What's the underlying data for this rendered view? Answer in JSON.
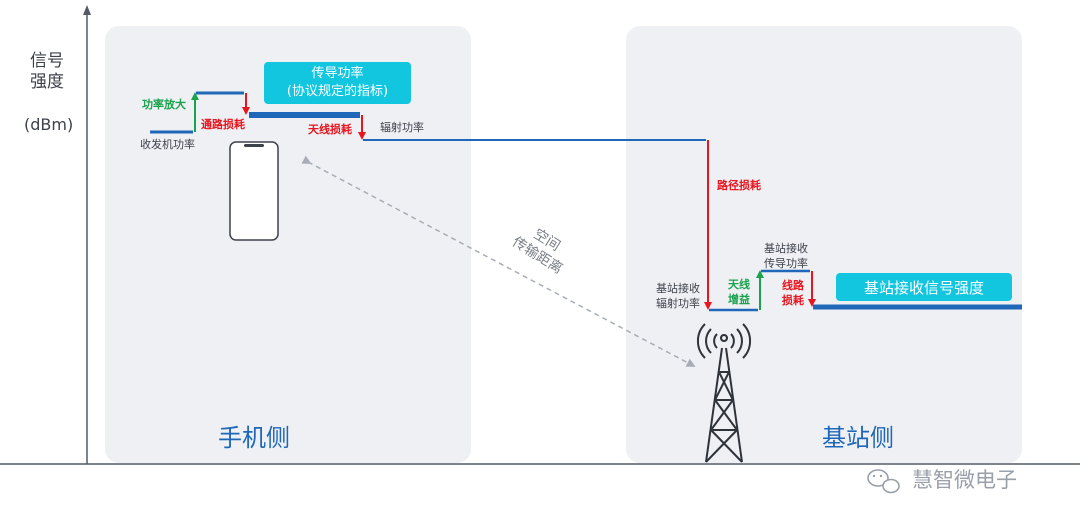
{
  "axis": {
    "y_label_line1": "信号",
    "y_label_line2": "强度",
    "y_unit": "(dBm)"
  },
  "panels": {
    "phone_side": "手机侧",
    "station_side": "基站侧"
  },
  "labels": {
    "transceiver_power": "收发机功率",
    "power_amplify": "功率放大",
    "path_loss_circuit": "通路损耗",
    "conducted_power_line1": "传导功率",
    "conducted_power_line2": "(协议规定的指标)",
    "antenna_loss": "天线损耗",
    "radiated_power": "辐射功率",
    "path_loss": "路径损耗",
    "space_line1": "空间",
    "space_line2": "传输距离",
    "bs_radiated_line1": "基站接收",
    "bs_radiated_line2": "辐射功率",
    "antenna_gain_line1": "天线",
    "antenna_gain_line2": "增益",
    "bs_conducted_line1": "基站接收",
    "bs_conducted_line2": "传导功率",
    "line_loss_line1": "线路",
    "line_loss_line2": "损耗",
    "bs_signal_strength": "基站接收信号强度"
  },
  "watermark": "慧智微电子",
  "colors": {
    "signal": "#1f67b8",
    "loss": "#e8141e",
    "gain": "#1aa24c",
    "highlight": "#12c6e0",
    "panel": "#eef0f4"
  }
}
